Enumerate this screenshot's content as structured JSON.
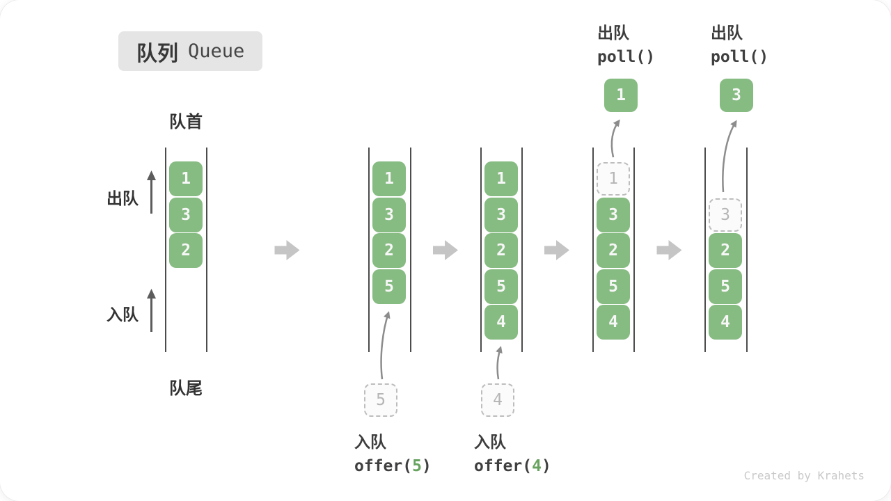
{
  "title": {
    "zh": "队列",
    "en": "Queue"
  },
  "labels": {
    "head": "队首",
    "tail": "队尾",
    "dequeue": "出队",
    "enqueue": "入队"
  },
  "poll_ops": {
    "first": {
      "label": "出队",
      "code": "poll()",
      "value": "1"
    },
    "second": {
      "label": "出队",
      "code": "poll()",
      "value": "3"
    }
  },
  "offer_ops": {
    "first": {
      "label": "入队",
      "code_pre": "offer(",
      "arg": "5",
      "code_post": ")",
      "ghost": "5"
    },
    "second": {
      "label": "入队",
      "code_pre": "offer(",
      "arg": "4",
      "code_post": ")",
      "ghost": "4"
    }
  },
  "queues": {
    "q1": {
      "s1": "1",
      "s2": "3",
      "s3": "2"
    },
    "q2": {
      "s1": "1",
      "s2": "3",
      "s3": "2",
      "s4": "5"
    },
    "q3": {
      "s1": "1",
      "s2": "3",
      "s3": "2",
      "s4": "5",
      "s5": "4"
    },
    "q4": {
      "ghost": "1",
      "s2": "3",
      "s3": "2",
      "s4": "5",
      "s5": "4"
    },
    "q5": {
      "ghost": "3",
      "s3": "2",
      "s4": "5",
      "s5": "4"
    }
  },
  "watermark": "Created by Krahets",
  "colors": {
    "box_green": "#86BB82",
    "block_arrow_gray": "#C5C5C5",
    "thin_arrow_gray": "#8C8C8C",
    "dark_arrow_gray": "#5C5C5C",
    "ghost_border": "#BDBDBD",
    "ghost_text": "#B5B5B5",
    "badge_bg": "#E5E5E5",
    "text_dark": "#3A3A3A",
    "code_arg_green": "#67A35F",
    "watermark_gray": "#C9C9C9"
  }
}
